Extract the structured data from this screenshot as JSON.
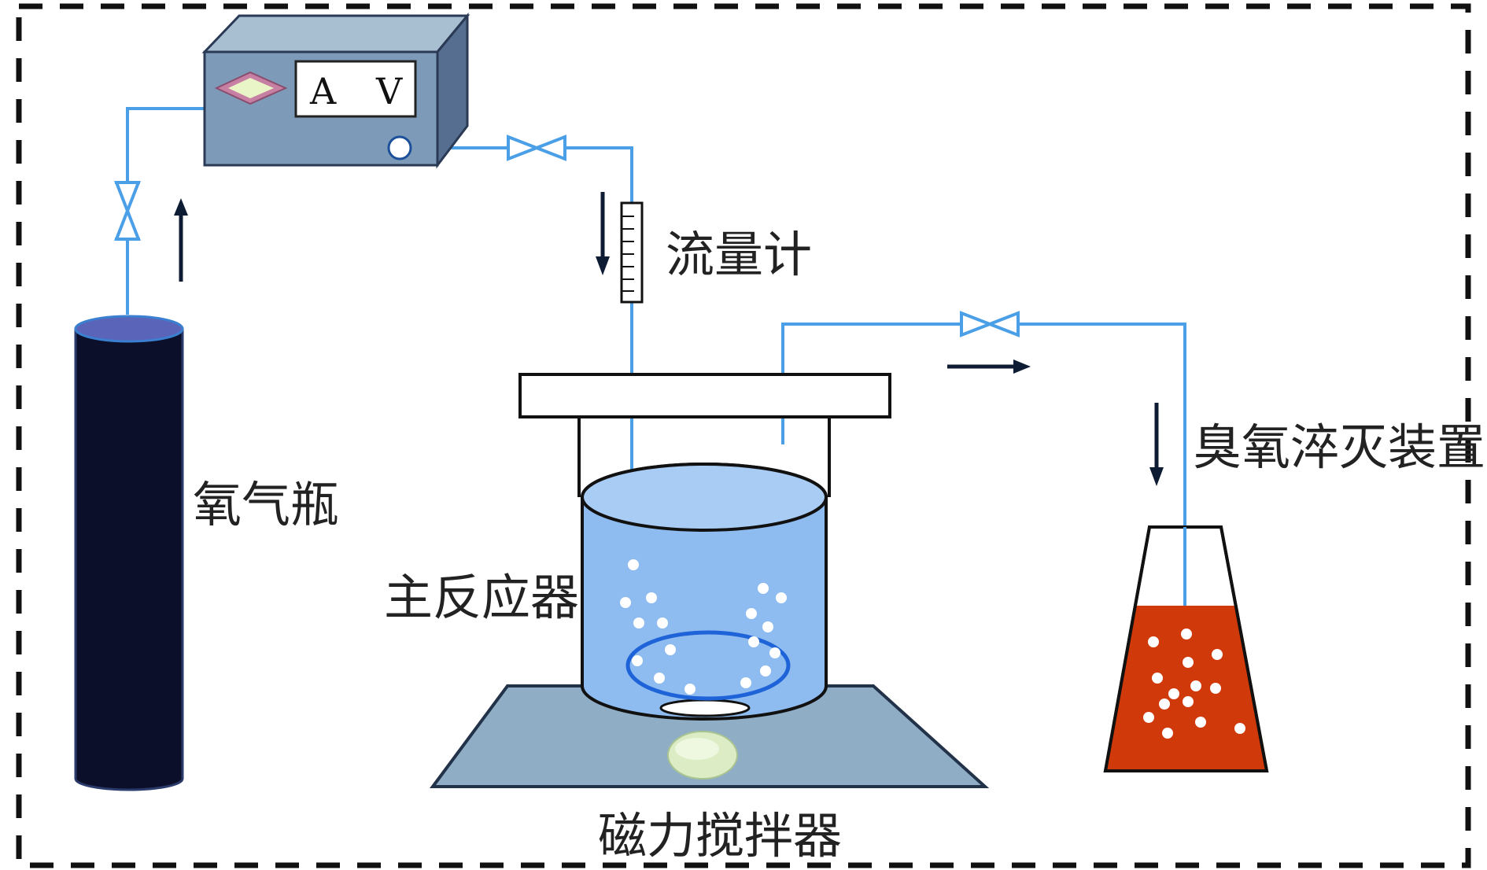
{
  "labels": {
    "oxygen_cylinder": "氧气瓶",
    "flowmeter": "流量计",
    "main_reactor": "主反应器",
    "ozone_quench": "臭氧淬灭装置",
    "magnetic_stirrer": "磁力搅拌器"
  },
  "ozone_generator": {
    "meter_a": "A",
    "meter_v": "V"
  },
  "colors": {
    "tubing": "#4a9fe6",
    "cylinder_body": "#0c0f2a",
    "cylinder_top": "#5a64b8",
    "generator_front": "#7d9bb8",
    "generator_top": "#a8bfd2",
    "generator_side": "#566f90",
    "reactor_water": "#8fbcf0",
    "stirrer_plate": "#8faec6",
    "quench_liquid": "#d03a0a",
    "arrows": "#0d1b33"
  },
  "icons": [
    "valve-icon",
    "arrow-up-icon",
    "arrow-down-icon",
    "arrow-right-icon",
    "bubble-icon"
  ]
}
